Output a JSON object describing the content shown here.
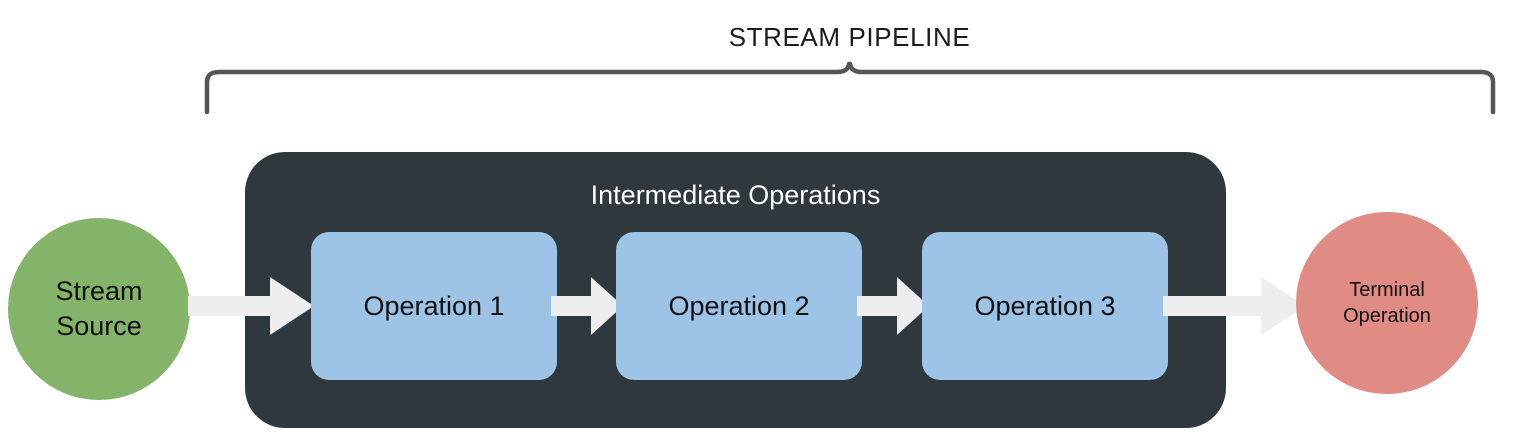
{
  "diagram": {
    "title": "STREAM PIPELINE",
    "brace_label_name": "stream-pipeline-brace",
    "source_node": {
      "line1": "Stream",
      "line2": "Source",
      "color": "#84b36a"
    },
    "intermediate": {
      "label": "Intermediate Operations",
      "container_color": "#2f383d",
      "box_color": "#9dc3e6",
      "operations": [
        {
          "label": "Operation 1"
        },
        {
          "label": "Operation 2"
        },
        {
          "label": "Operation 3"
        }
      ]
    },
    "terminal_node": {
      "line1": "Terminal",
      "line2": "Operation",
      "color": "#e08b84"
    },
    "arrow_color": "#eeeeee",
    "arrows": [
      {
        "name": "arrow-source-to-op1"
      },
      {
        "name": "arrow-op1-to-op2"
      },
      {
        "name": "arrow-op2-to-op3"
      },
      {
        "name": "arrow-op3-to-terminal"
      }
    ]
  },
  "chart_data": {
    "type": "diagram",
    "title": "STREAM PIPELINE",
    "nodes": [
      {
        "id": "source",
        "label": "Stream Source",
        "shape": "circle",
        "color": "#84b36a"
      },
      {
        "id": "op1",
        "label": "Operation 1",
        "shape": "rounded-rect",
        "color": "#9dc3e6",
        "group": "Intermediate Operations"
      },
      {
        "id": "op2",
        "label": "Operation 2",
        "shape": "rounded-rect",
        "color": "#9dc3e6",
        "group": "Intermediate Operations"
      },
      {
        "id": "op3",
        "label": "Operation 3",
        "shape": "rounded-rect",
        "color": "#9dc3e6",
        "group": "Intermediate Operations"
      },
      {
        "id": "terminal",
        "label": "Terminal Operation",
        "shape": "circle",
        "color": "#e08b84"
      }
    ],
    "edges": [
      {
        "from": "source",
        "to": "op1"
      },
      {
        "from": "op1",
        "to": "op2"
      },
      {
        "from": "op2",
        "to": "op3"
      },
      {
        "from": "op3",
        "to": "terminal"
      }
    ],
    "groups": [
      {
        "label": "Intermediate Operations",
        "members": [
          "op1",
          "op2",
          "op3"
        ],
        "color": "#2f383d"
      }
    ],
    "annotations": [
      {
        "text": "STREAM PIPELINE",
        "type": "brace-label",
        "spans": [
          "source-boundary",
          "terminal-boundary"
        ]
      }
    ]
  }
}
